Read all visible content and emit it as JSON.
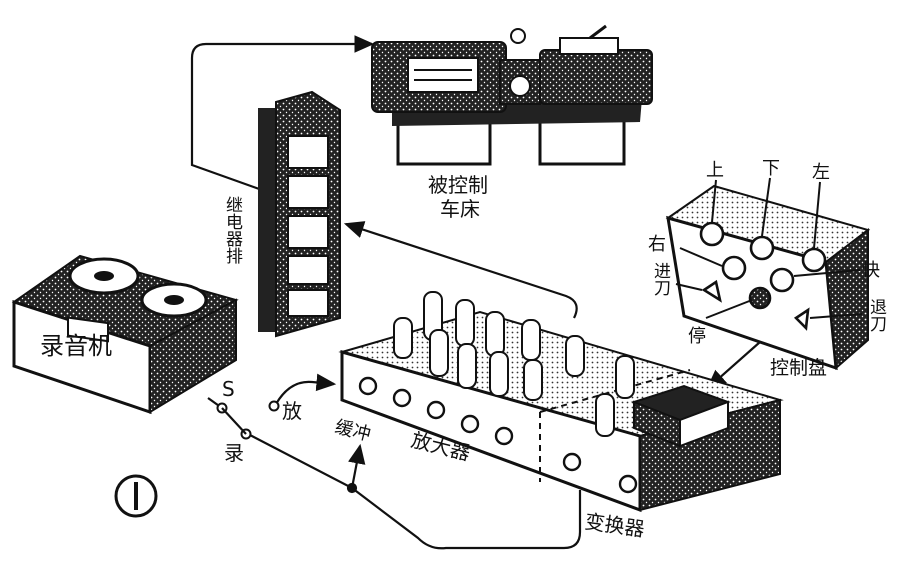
{
  "figure_number": "①",
  "devices": {
    "lathe": "被控制\n车床",
    "relay_bank": "继电器排",
    "tape_recorder": "录音机",
    "amplifier": "放大器",
    "amplifier_prefix": "缓冲",
    "converter": "变换器",
    "control_panel": "控制盘"
  },
  "switch": {
    "label_s": "S",
    "play": "放",
    "record": "录"
  },
  "control_buttons": {
    "up": "上",
    "down": "下",
    "left": "左",
    "right": "右",
    "fast": "快",
    "feed": "进刀",
    "stop": "停",
    "retract": "退刀"
  }
}
